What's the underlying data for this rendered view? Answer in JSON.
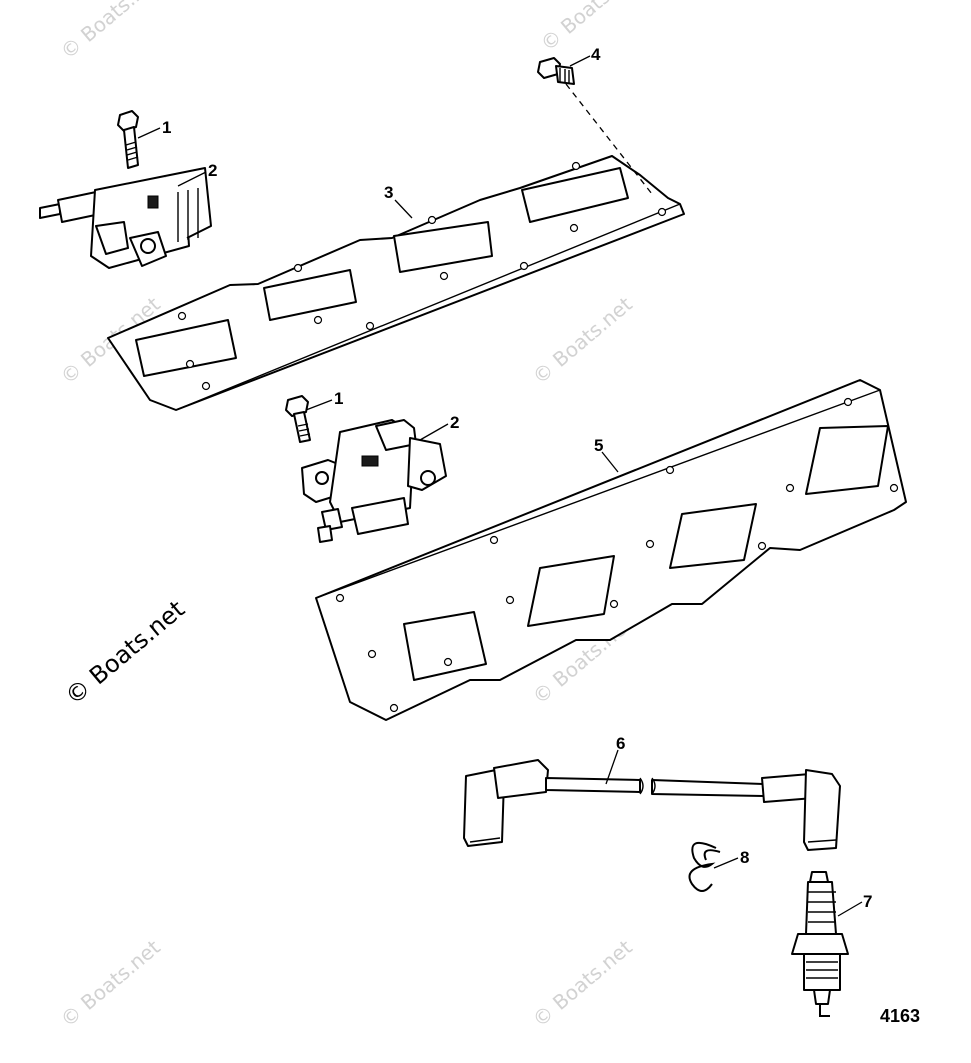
{
  "callouts": {
    "c1a": "1",
    "c2a": "2",
    "c3": "3",
    "c4": "4",
    "c1b": "1",
    "c2b": "2",
    "c5": "5",
    "c6": "6",
    "c7": "7",
    "c8": "8"
  },
  "figure_number": "4163",
  "copyright": "© Boats.net",
  "watermark": "© Boats.net"
}
